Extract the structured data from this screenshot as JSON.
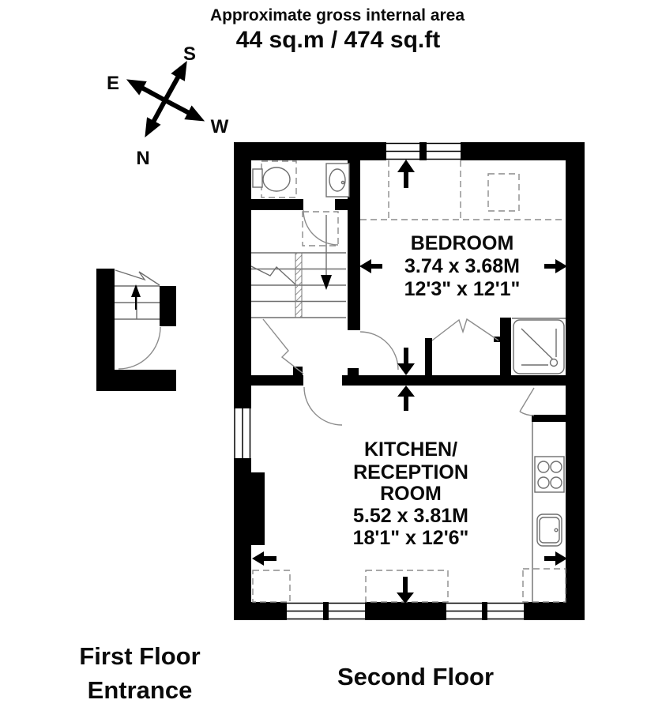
{
  "header": {
    "subtitle": "Approximate gross internal area",
    "area": "44 sq.m / 474 sq.ft"
  },
  "compass": {
    "north": "N",
    "south": "S",
    "east": "E",
    "west": "W"
  },
  "second_floor": {
    "label": "Second Floor",
    "bedroom": {
      "name": "BEDROOM",
      "size_metric": "3.74 x 3.68M",
      "size_imperial": "12'3\" x 12'1\""
    },
    "kitchen": {
      "name_line1": "KITCHEN/",
      "name_line2": "RECEPTION",
      "name_line3": "ROOM",
      "size_metric": "5.52 x 3.81M",
      "size_imperial": "18'1\" x 12'6\""
    }
  },
  "first_floor": {
    "label_line1": "First Floor",
    "label_line2": "Entrance"
  },
  "colors": {
    "wall": "#000000",
    "fixture_line": "#6e6e6e",
    "background": "#ffffff"
  }
}
